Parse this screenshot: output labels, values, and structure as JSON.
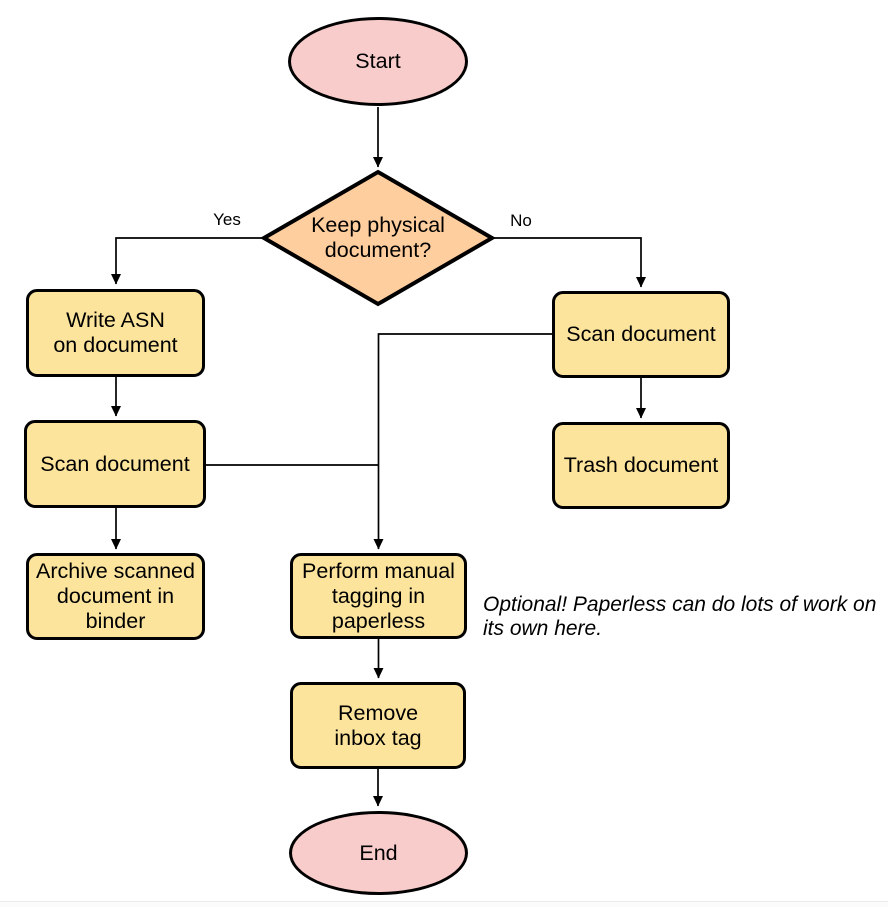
{
  "colors": {
    "terminator_fill": "#F8CCCB",
    "decision_fill": "#FFCE9E",
    "process_fill": "#FCE49D",
    "stroke": "#000000"
  },
  "nodes": {
    "start": {
      "lines": [
        "Start"
      ]
    },
    "decision": {
      "lines": [
        "Keep physical",
        "document?"
      ]
    },
    "write_asn": {
      "lines": [
        "Write ASN",
        "on document"
      ]
    },
    "scan_left": {
      "lines": [
        "Scan document"
      ]
    },
    "archive": {
      "lines": [
        "Archive scanned",
        "document in",
        "binder"
      ]
    },
    "scan_right": {
      "lines": [
        "Scan document"
      ]
    },
    "trash": {
      "lines": [
        "Trash document"
      ]
    },
    "tagging": {
      "lines": [
        "Perform manual",
        "tagging in",
        "paperless"
      ]
    },
    "remove_inbox": {
      "lines": [
        "Remove",
        "inbox tag"
      ]
    },
    "end": {
      "lines": [
        "End"
      ]
    }
  },
  "edge_labels": {
    "yes": "Yes",
    "no": "No"
  },
  "note": {
    "lines": [
      "Optional! Paperless can do lots of work on",
      "its own here."
    ]
  }
}
